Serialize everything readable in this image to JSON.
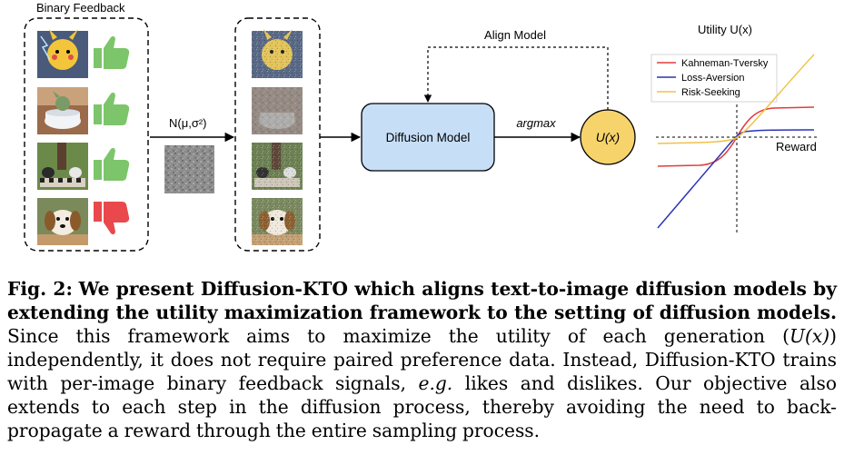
{
  "figure": {
    "binary_feedback_label": "Binary Feedback",
    "noise_label": "N(μ,σ²)",
    "align_model_label": "Align Model",
    "diffusion_model_label": "Diffusion Model",
    "argmax_label": "argmax",
    "utility_node_label": "U(x)",
    "utility_title": "Utility U(x)",
    "reward_label": "Reward",
    "legend": [
      {
        "name": "Kahneman-Tversky",
        "color": "#e23c3c"
      },
      {
        "name": "Loss-Aversion",
        "color": "#2b34b8"
      },
      {
        "name": "Risk-Seeking",
        "color": "#f0c24a"
      }
    ],
    "feedback": [
      "thumbs-up",
      "thumbs-up",
      "thumbs-up",
      "thumbs-down"
    ],
    "colors": {
      "thumbs_up": "#7cc56a",
      "thumbs_down": "#e9494d",
      "diffusion_box": "#c7def7",
      "utility_node": "#f7d36b"
    }
  },
  "caption": {
    "fig_label": "Fig. 2:",
    "bold_text": "We present Diffusion-KTO which aligns text-to-image diffusion models by extending the utility maximization framework to the setting of diffusion models.",
    "text_1": "Since this framework aims to maximize the utility of each generation (",
    "math": "U(x)",
    "text_2": ") independently, it does not require paired preference data. Instead, Diffusion-KTO trains with per-image binary feedback signals,",
    "eg": "e.g.",
    "text_3": "likes and dislikes. Our objective also extends to each step in the diffusion process, thereby avoiding the need to back-propagate a reward through the entire sampling process."
  }
}
